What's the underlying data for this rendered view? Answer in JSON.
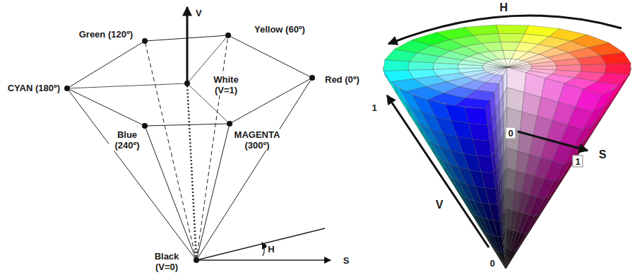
{
  "diagram": {
    "labels": [
      "V",
      "Green (120º)",
      "Yellow (60º)",
      "CYAN (180º)",
      "White (V=1)",
      "Red (0º)",
      "Blue (240º)",
      "MAGENTA (300º)",
      "Black (V=0)",
      "H",
      "S",
      "H",
      "1",
      "V",
      "0",
      "0",
      "1",
      "S"
    ]
  }
}
